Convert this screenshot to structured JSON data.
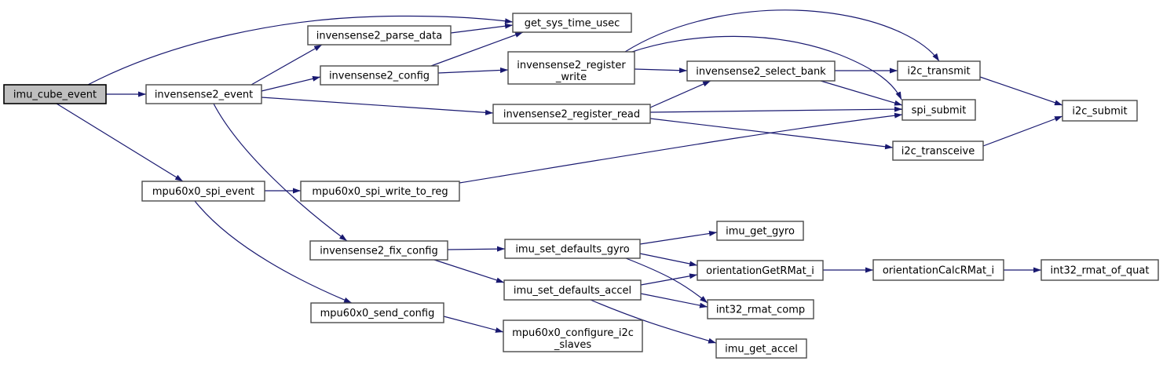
{
  "diagram": {
    "kind": "doxygen-call-graph",
    "root_function": "imu_cube_event",
    "colors": {
      "edge": "#191970",
      "node_fill": "#ffffff",
      "node_border": "#4a4a4a",
      "root_fill": "#bfbfbf",
      "root_border": "#000000",
      "background": "#ffffff"
    }
  },
  "nodes": [
    {
      "id": "imu_cube_event",
      "label": "imu_cube_event"
    },
    {
      "id": "invensense2_event",
      "label": "invensense2_event"
    },
    {
      "id": "invensense2_parse_data",
      "label": "invensense2_parse_data"
    },
    {
      "id": "get_sys_time_usec",
      "label": "get_sys_time_usec"
    },
    {
      "id": "invensense2_config",
      "label": "invensense2_config"
    },
    {
      "id": "invensense2_register_write",
      "label": "invensense2_register_write",
      "line1": "invensense2_register",
      "line2": "_write"
    },
    {
      "id": "invensense2_register_read",
      "label": "invensense2_register_read"
    },
    {
      "id": "invensense2_select_bank",
      "label": "invensense2_select_bank"
    },
    {
      "id": "i2c_transmit",
      "label": "i2c_transmit"
    },
    {
      "id": "spi_submit",
      "label": "spi_submit"
    },
    {
      "id": "i2c_submit",
      "label": "i2c_submit"
    },
    {
      "id": "i2c_transceive",
      "label": "i2c_transceive"
    },
    {
      "id": "mpu60x0_spi_event",
      "label": "mpu60x0_spi_event"
    },
    {
      "id": "mpu60x0_spi_write_to_reg",
      "label": "mpu60x0_spi_write_to_reg"
    },
    {
      "id": "invensense2_fix_config",
      "label": "invensense2_fix_config"
    },
    {
      "id": "imu_set_defaults_gyro",
      "label": "imu_set_defaults_gyro"
    },
    {
      "id": "imu_get_gyro",
      "label": "imu_get_gyro"
    },
    {
      "id": "orientationGetRMat_i",
      "label": "orientationGetRMat_i"
    },
    {
      "id": "orientationCalcRMat_i",
      "label": "orientationCalcRMat_i"
    },
    {
      "id": "int32_rmat_of_quat",
      "label": "int32_rmat_of_quat"
    },
    {
      "id": "imu_set_defaults_accel",
      "label": "imu_set_defaults_accel"
    },
    {
      "id": "int32_rmat_comp",
      "label": "int32_rmat_comp"
    },
    {
      "id": "mpu60x0_send_config",
      "label": "mpu60x0_send_config"
    },
    {
      "id": "mpu60x0_configure_i2c_slaves",
      "label": "mpu60x0_configure_i2c_slaves",
      "line1": "mpu60x0_configure_i2c",
      "line2": "_slaves"
    },
    {
      "id": "imu_get_accel",
      "label": "imu_get_accel"
    }
  ],
  "edges": [
    {
      "from": "imu_cube_event",
      "to": "invensense2_event"
    },
    {
      "from": "imu_cube_event",
      "to": "get_sys_time_usec"
    },
    {
      "from": "imu_cube_event",
      "to": "mpu60x0_spi_event"
    },
    {
      "from": "invensense2_event",
      "to": "invensense2_parse_data"
    },
    {
      "from": "invensense2_event",
      "to": "invensense2_config"
    },
    {
      "from": "invensense2_event",
      "to": "invensense2_register_read"
    },
    {
      "from": "invensense2_event",
      "to": "invensense2_fix_config"
    },
    {
      "from": "invensense2_parse_data",
      "to": "get_sys_time_usec"
    },
    {
      "from": "invensense2_config",
      "to": "get_sys_time_usec"
    },
    {
      "from": "invensense2_config",
      "to": "invensense2_register_write"
    },
    {
      "from": "invensense2_register_write",
      "to": "invensense2_select_bank"
    },
    {
      "from": "invensense2_register_write",
      "to": "i2c_transmit"
    },
    {
      "from": "invensense2_register_write",
      "to": "spi_submit"
    },
    {
      "from": "invensense2_register_read",
      "to": "invensense2_select_bank"
    },
    {
      "from": "invensense2_register_read",
      "to": "spi_submit"
    },
    {
      "from": "invensense2_register_read",
      "to": "i2c_transceive"
    },
    {
      "from": "invensense2_select_bank",
      "to": "i2c_transmit"
    },
    {
      "from": "invensense2_select_bank",
      "to": "spi_submit"
    },
    {
      "from": "i2c_transmit",
      "to": "i2c_submit"
    },
    {
      "from": "i2c_transceive",
      "to": "i2c_submit"
    },
    {
      "from": "mpu60x0_spi_event",
      "to": "mpu60x0_spi_write_to_reg"
    },
    {
      "from": "mpu60x0_spi_event",
      "to": "mpu60x0_send_config"
    },
    {
      "from": "mpu60x0_spi_write_to_reg",
      "to": "spi_submit"
    },
    {
      "from": "invensense2_fix_config",
      "to": "imu_set_defaults_gyro"
    },
    {
      "from": "invensense2_fix_config",
      "to": "imu_set_defaults_accel"
    },
    {
      "from": "imu_set_defaults_gyro",
      "to": "imu_get_gyro"
    },
    {
      "from": "imu_set_defaults_gyro",
      "to": "orientationGetRMat_i"
    },
    {
      "from": "imu_set_defaults_gyro",
      "to": "int32_rmat_comp"
    },
    {
      "from": "imu_set_defaults_accel",
      "to": "orientationGetRMat_i"
    },
    {
      "from": "imu_set_defaults_accel",
      "to": "int32_rmat_comp"
    },
    {
      "from": "imu_set_defaults_accel",
      "to": "imu_get_accel"
    },
    {
      "from": "orientationGetRMat_i",
      "to": "orientationCalcRMat_i"
    },
    {
      "from": "orientationCalcRMat_i",
      "to": "int32_rmat_of_quat"
    },
    {
      "from": "mpu60x0_send_config",
      "to": "mpu60x0_configure_i2c_slaves"
    }
  ]
}
